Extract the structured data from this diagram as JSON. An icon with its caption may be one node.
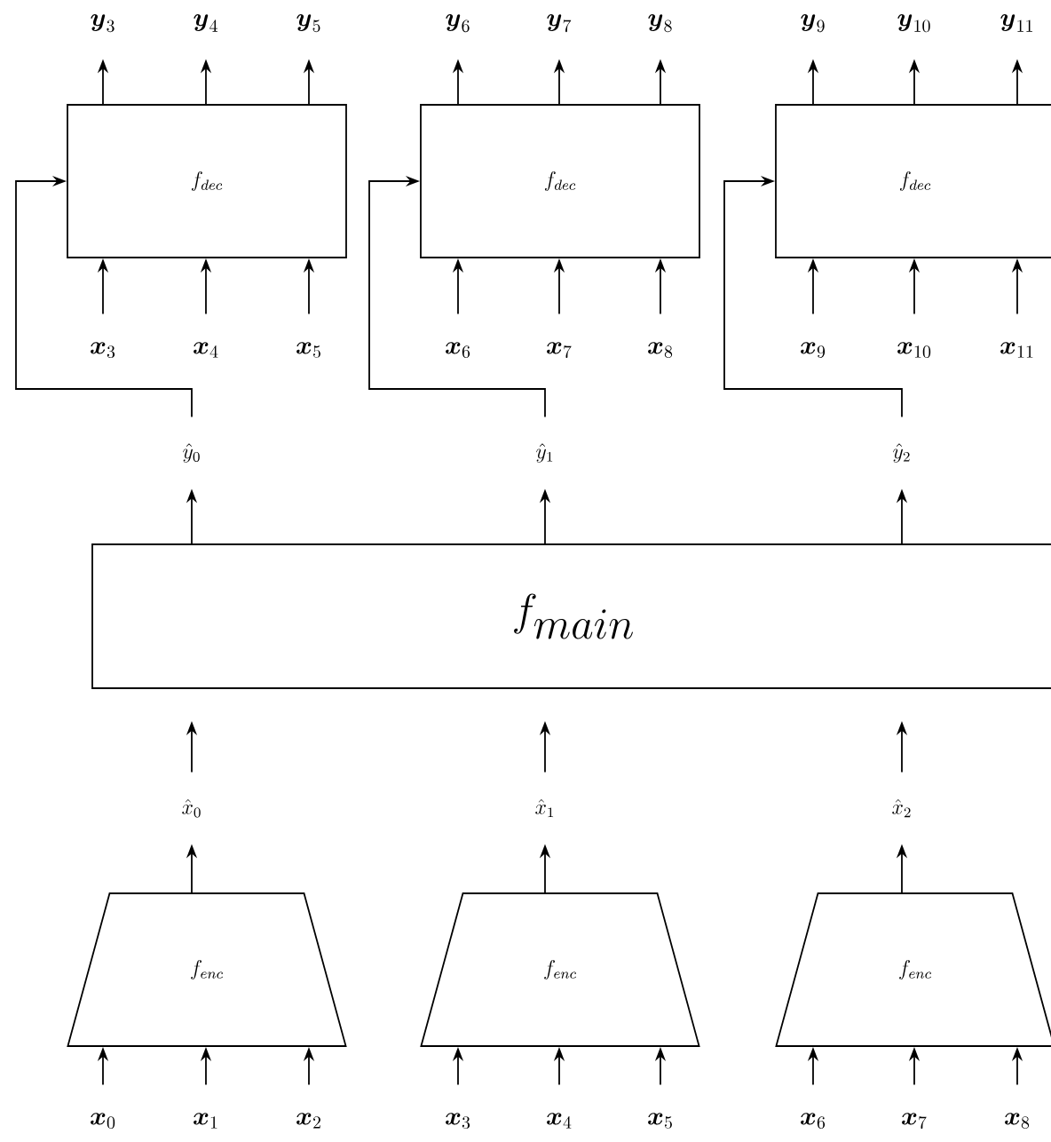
{
  "diagram": {
    "nodes": [
      {
        "text": [
          "\\boldsymbol{y}_{3}"
        ]
      },
      {
        "text": [
          "\\boldsymbol{y}_{4}"
        ]
      },
      {
        "text": [
          "\\boldsymbol{y}_{5}"
        ]
      },
      {
        "text": [
          "\\boldsymbol{y}_{6}"
        ]
      },
      {
        "text": [
          "\\boldsymbol{y}_{7}"
        ]
      },
      {
        "text": [
          "\\boldsymbol{y}_{8}"
        ]
      },
      {
        "text": [
          "\\boldsymbol{y}_{9}"
        ]
      },
      {
        "text": [
          "\\boldsymbol{y}_{10}"
        ]
      },
      {
        "text": [
          "\\boldsymbol{y}_{11}"
        ]
      },
      {
        "text": [
          "f_{dec}"
        ]
      },
      {
        "text": [
          "f_{dec}"
        ]
      },
      {
        "text": [
          "f_{dec}"
        ]
      },
      {
        "text": [
          "\\boldsymbol{x}_{3}"
        ]
      },
      {
        "text": [
          "\\boldsymbol{x}_{4}"
        ]
      },
      {
        "text": [
          "\\boldsymbol{x}_{5}"
        ]
      },
      {
        "text": [
          "\\boldsymbol{x}_{6}"
        ]
      },
      {
        "text": [
          "\\boldsymbol{x}_{7}"
        ]
      },
      {
        "text": [
          "\\boldsymbol{x}_{8}"
        ]
      },
      {
        "text": [
          "\\boldsymbol{x}_{9}"
        ]
      },
      {
        "text": [
          "\\boldsymbol{x}_{10}"
        ]
      },
      {
        "text": [
          "\\boldsymbol{x}_{11}"
        ]
      },
      {
        "text": [
          "\\hat{y}_{0}"
        ]
      },
      {
        "text": [
          "\\hat{y}_{1}"
        ]
      },
      {
        "text": [
          "\\hat{y}_{2}"
        ]
      },
      {
        "text": [
          "f_{main}"
        ]
      },
      {
        "text": [
          "\\hat{x}_{0}"
        ]
      },
      {
        "text": [
          "\\hat{x}_{1}"
        ]
      },
      {
        "text": [
          "\\hat{x}_{2}"
        ]
      },
      {
        "text": [
          "f_{enc}"
        ]
      },
      {
        "text": [
          "f_{enc}"
        ]
      },
      {
        "text": [
          "f_{enc}"
        ]
      },
      {
        "text": [
          "\\boldsymbol{x}_{0}"
        ]
      },
      {
        "text": [
          "\\boldsymbol{x}_{1}"
        ]
      },
      {
        "text": [
          "\\boldsymbol{x}_{2}"
        ]
      },
      {
        "text": [
          "\\boldsymbol{x}_{3}"
        ]
      },
      {
        "text": [
          "\\boldsymbol{x}_{4}"
        ]
      },
      {
        "text": [
          "\\boldsymbol{x}_{5}"
        ]
      },
      {
        "text": [
          "\\boldsymbol{x}_{6}"
        ]
      },
      {
        "text": [
          "\\boldsymbol{x}_{7}"
        ]
      },
      {
        "text": [
          "\\boldsymbol{x}_{8}"
        ]
      }
    ],
    "edges": [
      {
        "from": 9,
        "to": 0,
        "arrow": "to"
      },
      {
        "from": 9,
        "to": 1,
        "arrow": "to"
      },
      {
        "from": 9,
        "to": 2,
        "arrow": "to"
      },
      {
        "from": 10,
        "to": 3,
        "arrow": "to"
      },
      {
        "from": 10,
        "to": 4,
        "arrow": "to"
      },
      {
        "from": 10,
        "to": 5,
        "arrow": "to"
      },
      {
        "from": 11,
        "to": 6,
        "arrow": "to"
      },
      {
        "from": 11,
        "to": 7,
        "arrow": "to"
      },
      {
        "from": 11,
        "to": 8,
        "arrow": "to"
      },
      {
        "from": 12,
        "to": 9,
        "arrow": "to"
      },
      {
        "from": 13,
        "to": 9,
        "arrow": "to"
      },
      {
        "from": 14,
        "to": 9,
        "arrow": "to"
      },
      {
        "from": 15,
        "to": 10,
        "arrow": "to"
      },
      {
        "from": 16,
        "to": 10,
        "arrow": "to"
      },
      {
        "from": 17,
        "to": 10,
        "arrow": "to"
      },
      {
        "from": 18,
        "to": 11,
        "arrow": "to"
      },
      {
        "from": 19,
        "to": 11,
        "arrow": "to"
      },
      {
        "from": 20,
        "to": 11,
        "arrow": "to"
      },
      {
        "from": 21,
        "to": 9,
        "arrow": "to"
      },
      {
        "from": 22,
        "to": 10,
        "arrow": "to"
      },
      {
        "from": 23,
        "to": 11,
        "arrow": "to"
      },
      {
        "from": 24,
        "to": 21,
        "arrow": "to"
      },
      {
        "from": 24,
        "to": 22,
        "arrow": "to"
      },
      {
        "from": 24,
        "to": 23,
        "arrow": "to"
      },
      {
        "from": 25,
        "to": 24,
        "arrow": "to"
      },
      {
        "from": 26,
        "to": 24,
        "arrow": "to"
      },
      {
        "from": 27,
        "to": 24,
        "arrow": "to"
      },
      {
        "from": 28,
        "to": 25,
        "arrow": "to"
      },
      {
        "from": 29,
        "to": 26,
        "arrow": "to"
      },
      {
        "from": 30,
        "to": 27,
        "arrow": "to"
      },
      {
        "from": 31,
        "to": 28,
        "arrow": "to"
      },
      {
        "from": 32,
        "to": 28,
        "arrow": "to"
      },
      {
        "from": 33,
        "to": 28,
        "arrow": "to"
      },
      {
        "from": 34,
        "to": 29,
        "arrow": "to"
      },
      {
        "from": 35,
        "to": 29,
        "arrow": "to"
      },
      {
        "from": 36,
        "to": 29,
        "arrow": "to"
      },
      {
        "from": 37,
        "to": 30,
        "arrow": "to"
      },
      {
        "from": 38,
        "to": 30,
        "arrow": "to"
      },
      {
        "from": 39,
        "to": 30,
        "arrow": "to"
      }
    ]
  }
}
